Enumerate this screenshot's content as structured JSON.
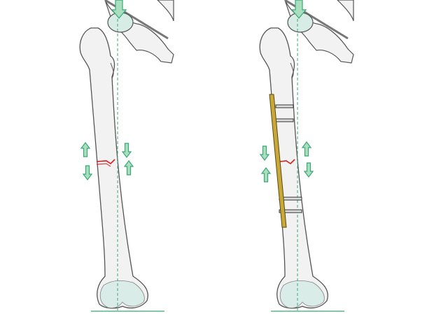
{
  "panels": [
    {
      "state": "fracture-unfixed",
      "arrows": [
        "up",
        "down",
        "down",
        "up"
      ]
    },
    {
      "state": "fracture-plated",
      "arrows": [
        "down",
        "up",
        "up",
        "down"
      ],
      "screws": 4
    }
  ],
  "colors": {
    "bone_fill": "#f2f2f2",
    "bone_outline": "#555555",
    "condyle_fill": "#d8ece6",
    "axis_line": "#3aa874",
    "arrow_fill": "#a9dfbf",
    "arrow_stroke": "#3aa874",
    "fracture": "#e01b1b",
    "plate": "#c9a83a"
  },
  "icons": [
    "load-arrow-icon",
    "motion-arrow-icon",
    "bone-plate-icon",
    "screw-icon"
  ]
}
